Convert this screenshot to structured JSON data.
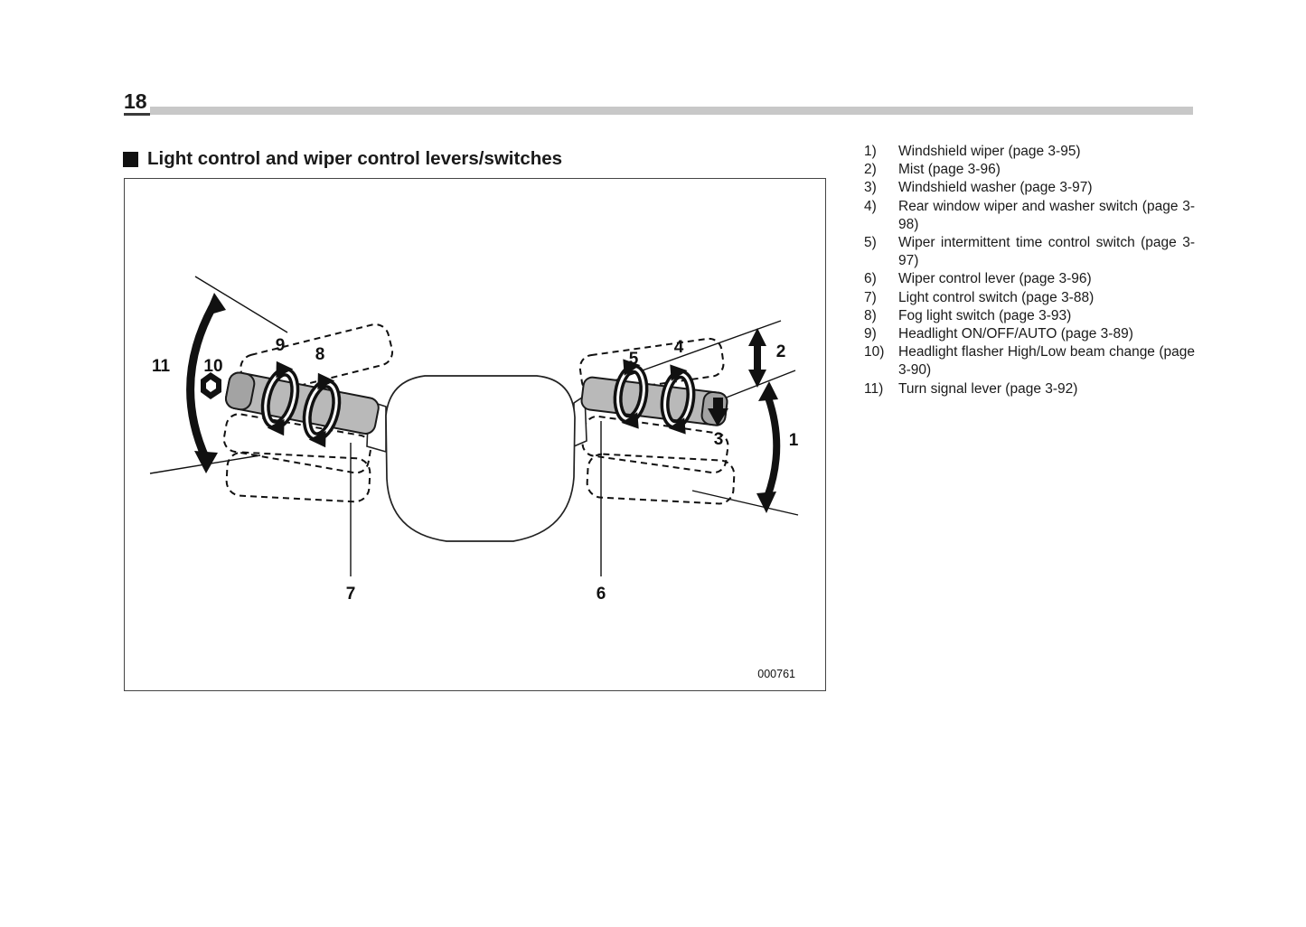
{
  "page": {
    "number": "18"
  },
  "heading": {
    "title": "Light control and wiper control levers/switches"
  },
  "figure": {
    "code": "000761",
    "callouts": {
      "n1": "1",
      "n2": "2",
      "n3": "3",
      "n4": "4",
      "n5": "5",
      "n6": "6",
      "n7": "7",
      "n8": "8",
      "n9": "9",
      "n10": "10",
      "n11": "11"
    }
  },
  "legend": {
    "items": [
      {
        "num": "1)",
        "text": "Windshield wiper (page 3-95)"
      },
      {
        "num": "2)",
        "text": "Mist (page 3-96)"
      },
      {
        "num": "3)",
        "text": "Windshield washer (page 3-97)"
      },
      {
        "num": "4)",
        "text": "Rear window wiper and washer switch (page 3-98)"
      },
      {
        "num": "5)",
        "text": "Wiper intermittent time control switch (page 3-97)"
      },
      {
        "num": "6)",
        "text": "Wiper control lever (page 3-96)"
      },
      {
        "num": "7)",
        "text": "Light control switch (page 3-88)"
      },
      {
        "num": "8)",
        "text": "Fog light switch (page 3-93)"
      },
      {
        "num": "9)",
        "text": "Headlight ON/OFF/AUTO (page 3-89)"
      },
      {
        "num": "10)",
        "text": "Headlight flasher High/Low beam change (page 3-90)"
      },
      {
        "num": "11)",
        "text": "Turn signal lever (page 3-92)"
      }
    ]
  },
  "colors": {
    "header_bar": "#c8c8c8",
    "lever_gray": "#b9b9b9"
  }
}
